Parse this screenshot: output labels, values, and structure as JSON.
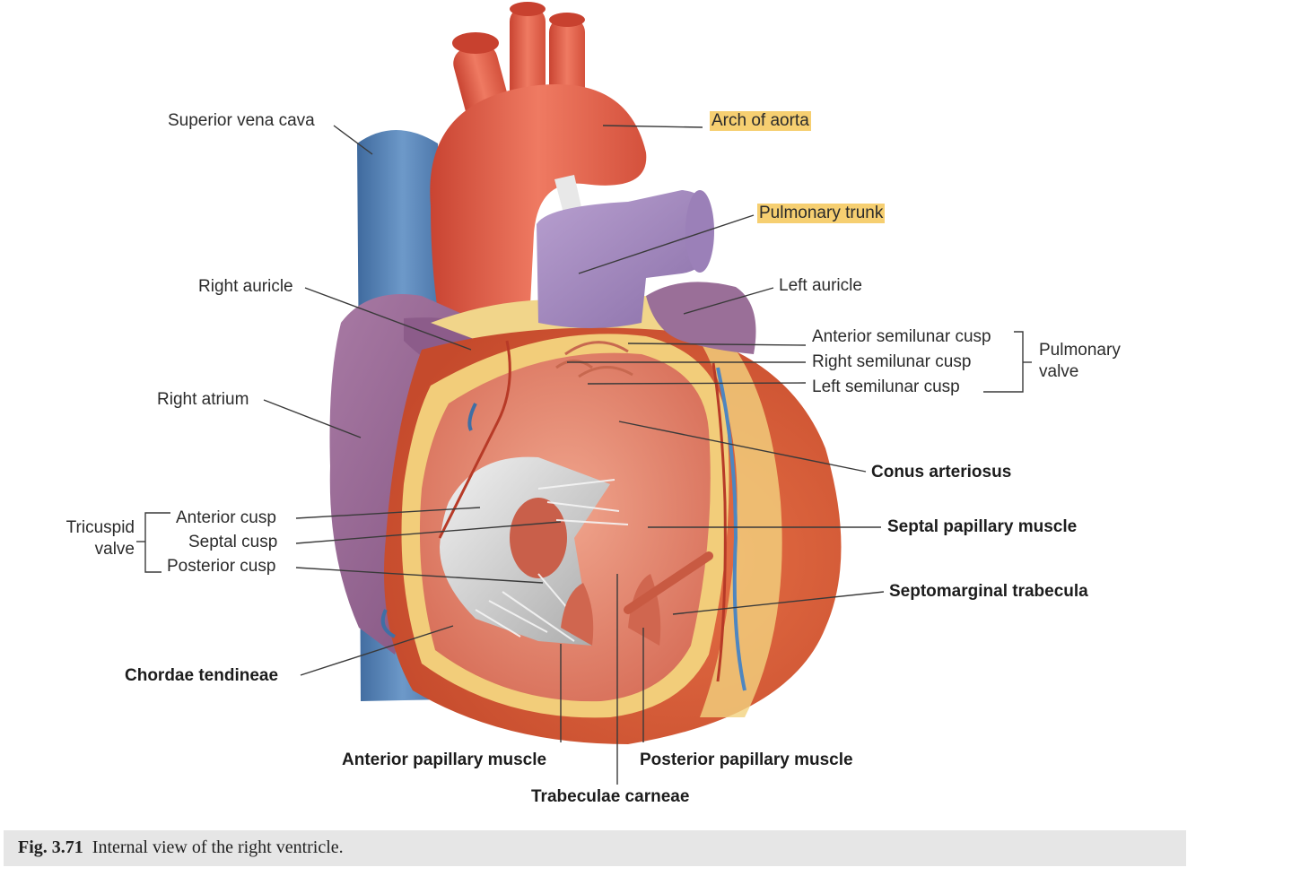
{
  "labels": {
    "superior_vena_cava": "Superior vena cava",
    "arch_of_aorta": "Arch of aorta",
    "pulmonary_trunk": "Pulmonary trunk",
    "right_auricle": "Right auricle",
    "left_auricle": "Left auricle",
    "right_atrium": "Right atrium",
    "anterior_semilunar_cusp": "Anterior semilunar cusp",
    "right_semilunar_cusp": "Right semilunar cusp",
    "left_semilunar_cusp": "Left semilunar cusp",
    "pulmonary_valve_line1": "Pulmonary",
    "pulmonary_valve_line2": "valve",
    "conus_arteriosus": "Conus arteriosus",
    "septal_papillary_muscle": "Septal papillary muscle",
    "septomarginal_trabecula": "Septomarginal trabecula",
    "tricuspid_valve_line1": "Tricuspid",
    "tricuspid_valve_line2": "valve",
    "anterior_cusp": "Anterior cusp",
    "septal_cusp": "Septal cusp",
    "posterior_cusp": "Posterior cusp",
    "chordae_tendineae": "Chordae tendineae",
    "anterior_papillary_muscle": "Anterior papillary muscle",
    "posterior_papillary_muscle": "Posterior papillary muscle",
    "trabeculae_carneae": "Trabeculae carneae"
  },
  "caption": {
    "figure_number": "Fig. 3.71",
    "text": "Internal view of the right ventricle."
  },
  "colors": {
    "highlight": "#f6cf71",
    "aorta": "#e4604a",
    "vena_cava": "#5b86b8",
    "pulmonary_trunk": "#a58bc0",
    "atrium": "#9a6a98",
    "ventricle_wall": "#d9653f",
    "ventricle_interior": "#e99078",
    "fat": "#f3d68a",
    "valve": "#d8d8d8"
  }
}
